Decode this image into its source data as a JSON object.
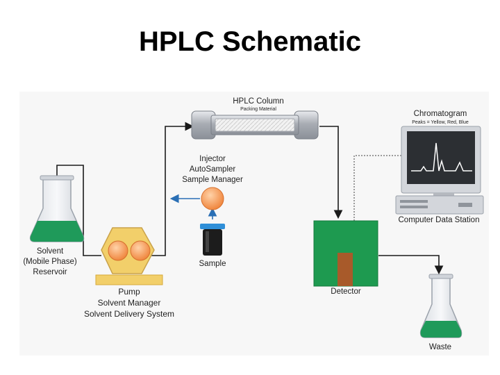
{
  "title": "HPLC Schematic",
  "labels": {
    "column_title": "HPLC Column",
    "column_sub": "Packing Material",
    "chromatogram_title": "Chromatogram",
    "chromatogram_sub": "Peaks = Yellow, Red, Blue",
    "computer": "Computer Data Station",
    "injector_1": "Injector",
    "injector_2": "AutoSampler",
    "injector_3": "Sample Manager",
    "sample": "Sample",
    "solvent_1": "Solvent",
    "solvent_2": "(Mobile Phase)",
    "solvent_3": "Reservoir",
    "pump_1": "Pump",
    "pump_2": "Solvent Manager",
    "pump_3": "Solvent Delivery System",
    "detector": "Detector",
    "waste": "Waste"
  },
  "colors": {
    "tubing": "#1a1a1a",
    "injection_arrow": "#2a6fb5",
    "liquid_green": "#1f9a5a",
    "detector_green": "#1e9a50",
    "pump_gold": "#f2cf6a",
    "pump_orange": "#f08a4b",
    "injector_orange": "#f6a35a",
    "vial_cap": "#2f8fd8",
    "column_gray": "#b9bcc2",
    "signal_line": "#ffffff"
  },
  "icons": [
    "flask-icon",
    "pump-icon",
    "column-icon",
    "injector-icon",
    "vial-icon",
    "detector-icon",
    "computer-icon",
    "waste-flask-icon"
  ]
}
